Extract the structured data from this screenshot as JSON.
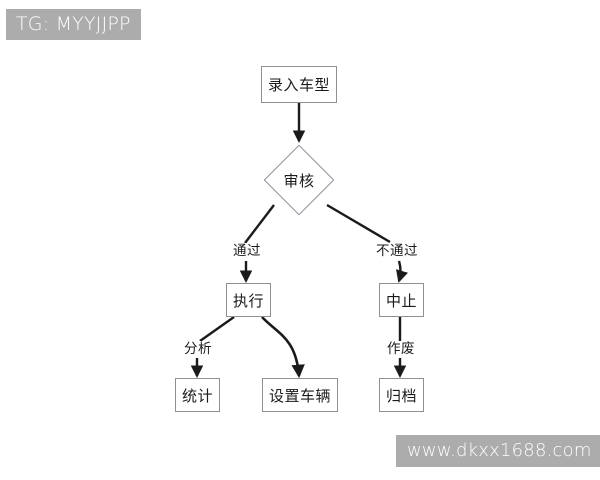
{
  "diagram": {
    "type": "flowchart",
    "background_color": "#ffffff",
    "node_border_color": "#8c9196",
    "edge_color": "#1b1b1b",
    "nodes": [
      {
        "id": "entry",
        "label": "录入车型",
        "shape": "rectangle"
      },
      {
        "id": "review",
        "label": "审核",
        "shape": "diamond"
      },
      {
        "id": "execute",
        "label": "执行",
        "shape": "rectangle"
      },
      {
        "id": "terminate",
        "label": "中止",
        "shape": "rectangle"
      },
      {
        "id": "statistics",
        "label": "统计",
        "shape": "rectangle"
      },
      {
        "id": "setvehicle",
        "label": "设置车辆",
        "shape": "rectangle"
      },
      {
        "id": "archive",
        "label": "归档",
        "shape": "rectangle"
      }
    ],
    "edge_labels": [
      {
        "id": "pass",
        "label": "通过"
      },
      {
        "id": "fail",
        "label": "不通过"
      },
      {
        "id": "analysis",
        "label": "分析"
      },
      {
        "id": "void",
        "label": "作废"
      }
    ]
  },
  "watermarks": {
    "top_left": "TG: MYYJJPP",
    "bottom_right": "www.dkxx1688.com"
  }
}
